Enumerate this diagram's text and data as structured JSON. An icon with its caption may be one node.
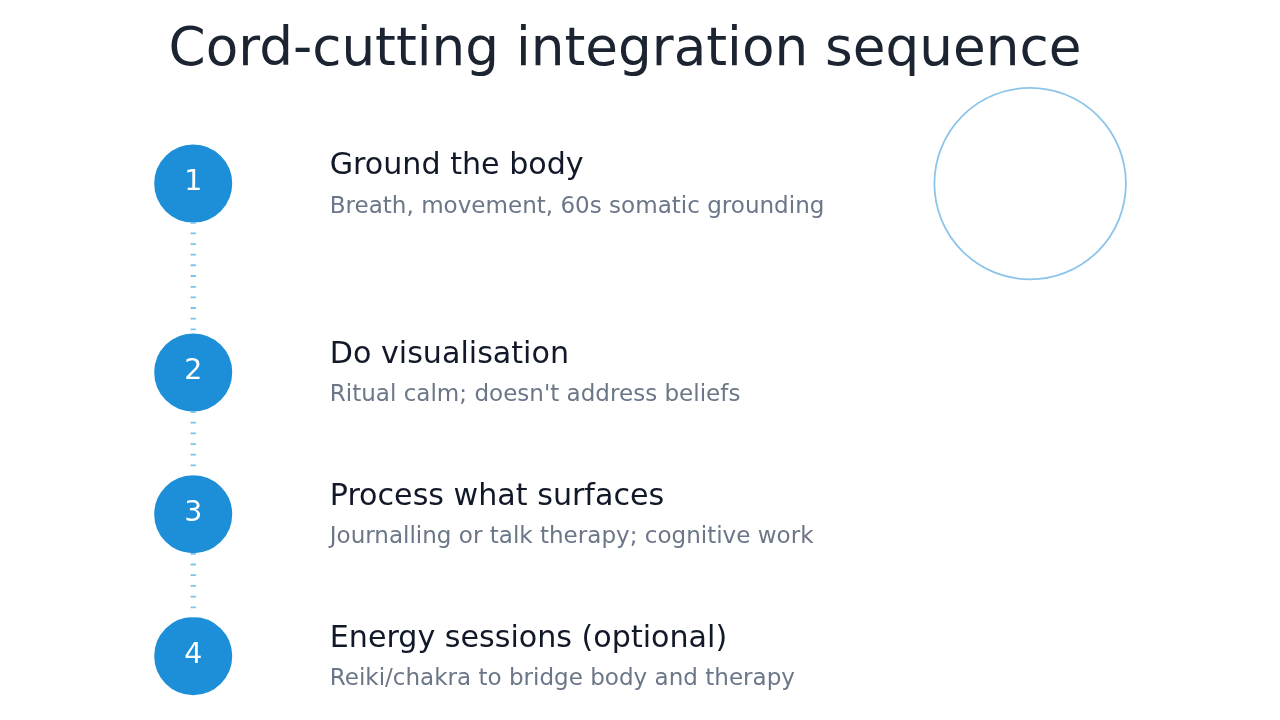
{
  "diagram": {
    "title": "Cord-cutting integration sequence",
    "nodes": [
      {
        "text": [
          "1"
        ],
        "beside": [
          "Ground the body",
          "Breath, movement, 60s somatic grounding"
        ]
      },
      {
        "text": [
          "2"
        ],
        "beside": [
          "Do visualisation",
          "Ritual calm; doesn't address beliefs"
        ]
      },
      {
        "text": [
          "3"
        ],
        "beside": [
          "Process what surfaces",
          "Journalling or talk therapy; cognitive work"
        ]
      },
      {
        "text": [
          "4"
        ],
        "beside": [
          "Energy sessions (optional)",
          "Reiki/chakra to bridge body and therapy"
        ]
      },
      {
        "text": [],
        "shape": "circle"
      }
    ],
    "edges": [
      {
        "from": 0,
        "to": 1,
        "arrow": "none",
        "style": "dashed"
      },
      {
        "from": 1,
        "to": 2,
        "arrow": "none",
        "style": "dashed"
      },
      {
        "from": 2,
        "to": 3,
        "arrow": "none",
        "style": "dashed"
      }
    ]
  }
}
